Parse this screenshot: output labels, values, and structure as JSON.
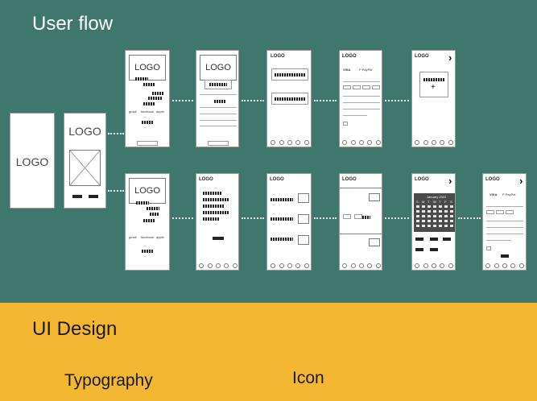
{
  "header": {
    "title": "User flow"
  },
  "footer": {
    "title": "UI Design",
    "typography": "Typography",
    "icon": "Icon"
  },
  "wireframe": {
    "logo": "LOGO",
    "social": [
      "gmail",
      "facebook",
      "apple"
    ],
    "visa": "VISA",
    "paypal": "P PayPal",
    "calendar_title": "January 2022",
    "weekdays": [
      "S",
      "M",
      "T",
      "W",
      "T",
      "F",
      "S"
    ]
  },
  "colors": {
    "flow_bg": "#40776c",
    "design_bg": "#f3b731"
  }
}
